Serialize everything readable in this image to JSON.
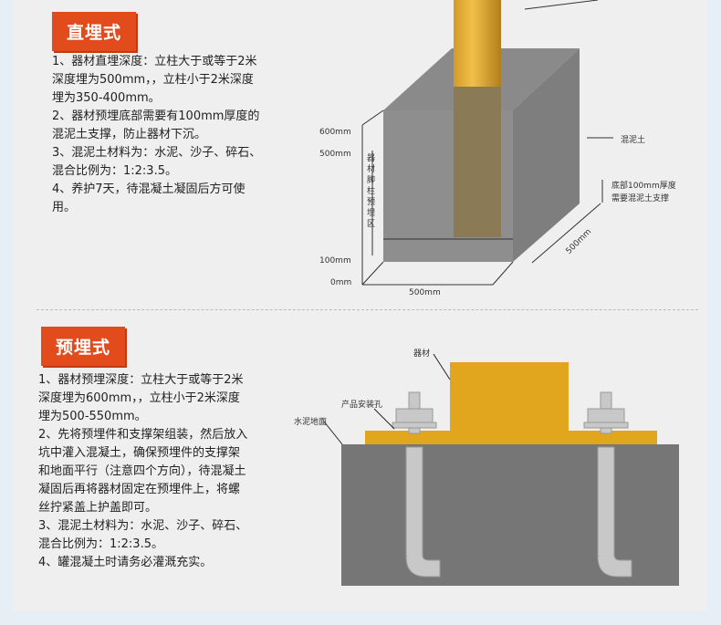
{
  "section1": {
    "title": "直埋式",
    "lines": [
      "1、器材直埋深度：立柱大于或等于2米深度埋为500mm，，立柱小于2米深度埋为350-400mm。",
      "2、器材预埋底部需要有100mm厚度的混泥土支撑，防止器材下沉。",
      "3、混泥土材料为：水泥、沙子、碎石、混合比例为：1:2:3.5。",
      "4、养护7天，待混凝土凝固后方可使用。"
    ],
    "diagram": {
      "y600": "600mm",
      "y500": "500mm",
      "y100": "100mm",
      "y0": "0mm",
      "width": "500mm",
      "depth": "500mm",
      "zone": "器材脚柱预埋区",
      "concrete": "混泥土",
      "bottom1": "底部100mm厚度",
      "bottom2": "需要混泥土支撑"
    }
  },
  "section2": {
    "title": "预埋式",
    "lines": [
      "1、器材预埋深度：立柱大于或等于2米深度埋为600mm，，立柱小于2米深度埋为500-550mm。",
      "2、先将预埋件和支撑架组装，然后放入坑中灌入混凝土，确保预埋件的支撑架和地面平行（注意四个方向），待混凝土凝固后再将器材固定在预埋件上，将螺丝拧紧盖上护盖即可。",
      "3、混泥土材料为：水泥、沙子、碎石、混合比例为：1:2:3.5。",
      "4、罐混凝土时请务必灌溉充实。"
    ],
    "diagram": {
      "equipment": "器材",
      "hole": "产品安装孔",
      "ground": "水泥地面"
    }
  }
}
